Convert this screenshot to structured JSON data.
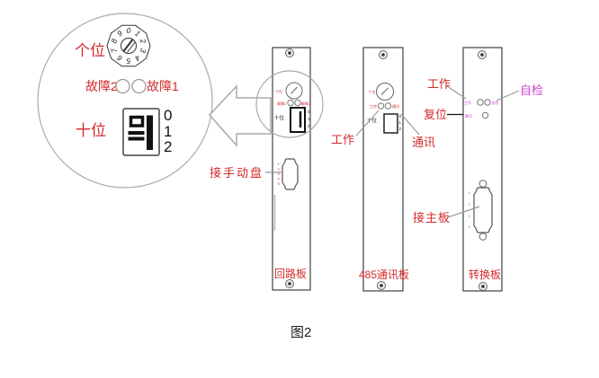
{
  "caption": "图2",
  "colors": {
    "label_red": "#d42a2a",
    "label_magenta": "#cf3fcf",
    "text_black": "#1a1a1a",
    "leader_gray": "#999999",
    "board_outline": "#3f3f3f"
  },
  "magnifier": {
    "units_label": "个位",
    "tens_label": "十位",
    "fault2_label": "故障2",
    "fault1_label": "故障1",
    "dial_digits": [
      "0",
      "1",
      "2",
      "3",
      "4",
      "5",
      "6",
      "7",
      "8",
      "9"
    ],
    "switch_digits": [
      "0",
      "1",
      "2"
    ]
  },
  "board1": {
    "name": "回路板",
    "callout_manual_panel": "接手动盘",
    "mini_units": "个位",
    "mini_fault2": "故障2",
    "mini_fault1": "故障1",
    "mini_tens": "十位",
    "mini_switch_digits": [
      "0",
      "1",
      "2"
    ],
    "pins": [
      "1",
      "2",
      "3",
      "4",
      "5"
    ]
  },
  "board2": {
    "name": "485通讯板",
    "callout_work": "工作",
    "callout_comm": "通讯",
    "mini_units": "个位",
    "mini_work": "工作",
    "mini_comm": "通讯",
    "mini_tens": "十位",
    "mini_switch_digits": [
      "0",
      "1",
      "2"
    ]
  },
  "board3": {
    "name": "转换板",
    "callout_work": "工作",
    "callout_reset": "复位",
    "callout_selftest": "自检",
    "callout_mainboard": "接主板",
    "mini_work": "工作",
    "mini_selftest": "自检",
    "mini_reset": "复位",
    "pins": [
      "1",
      "2",
      "3",
      "4"
    ]
  }
}
